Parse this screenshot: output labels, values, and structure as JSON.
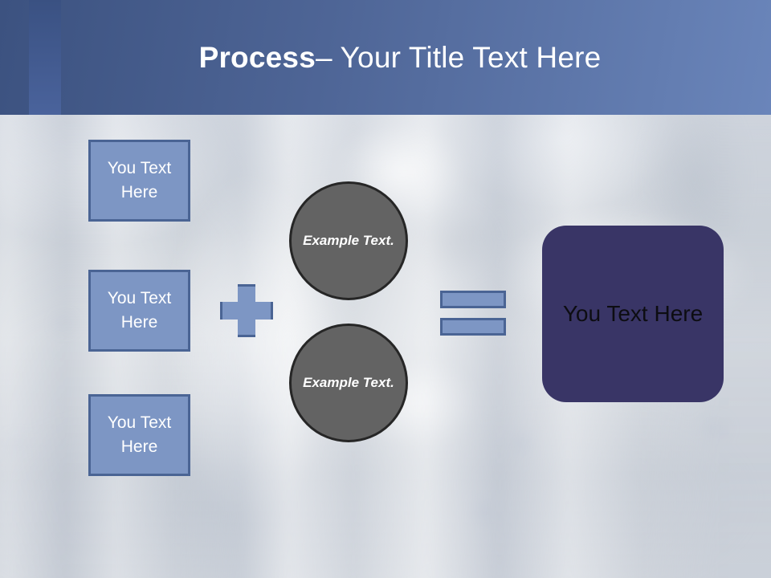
{
  "slide": {
    "header": {
      "title_bold": "Process",
      "title_rest": " – Your Title Text Here",
      "gradient_from": "#3c5280",
      "gradient_to": "#6a85ba"
    },
    "diagram": {
      "type": "process-equation",
      "inputs": [
        {
          "label": "You Text Here"
        },
        {
          "label": "You Text Here"
        },
        {
          "label": "You Text Here"
        }
      ],
      "plus_operator": "+",
      "factors": [
        {
          "label": "Example Text."
        },
        {
          "label": "Example Text."
        }
      ],
      "equals_operator": "=",
      "result": {
        "label": "You Text Here"
      },
      "colors": {
        "input_fill": "#7d96c4",
        "input_border": "#4a6494",
        "input_text": "#ffffff",
        "circle_fill": "#636363",
        "circle_border": "#262626",
        "circle_text": "#ffffff",
        "operator_fill": "#7d96c4",
        "operator_border": "#4a6494",
        "result_fill": "#393566",
        "result_text": "#0d0d12"
      }
    },
    "background": {
      "description": "blurred industrial pipework photo"
    }
  }
}
